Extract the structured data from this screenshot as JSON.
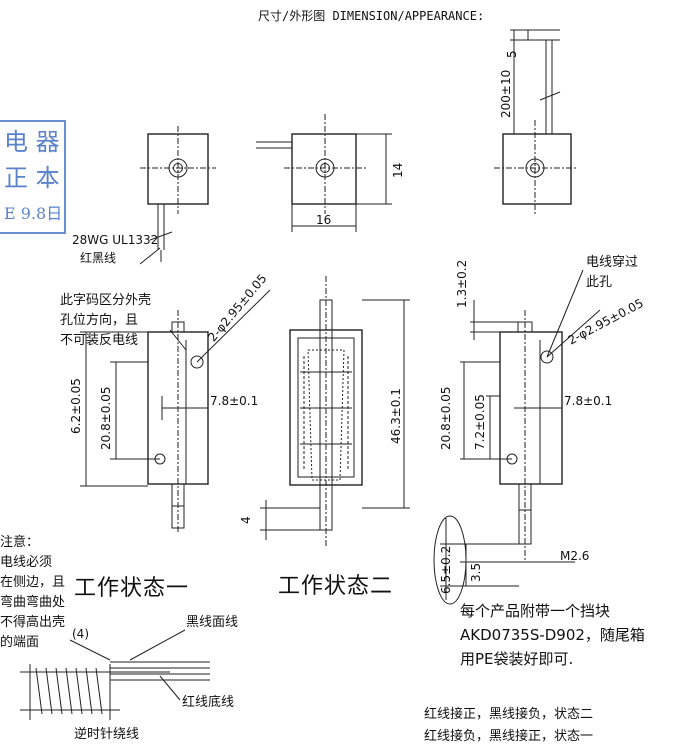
{
  "title": "尺寸/外形图 DIMENSION/APPEARANCE:",
  "stamp": {
    "line1": "电 器",
    "line2": "正 本",
    "date": "E 9.8日"
  },
  "top_view": {
    "dim_5": "5",
    "dim_200": "200±10",
    "dim_14": "14",
    "dim_16": "16",
    "wire_spec": "28WG UL1332",
    "wire_color": "红黑线"
  },
  "front_left": {
    "note": [
      "此字码区分外壳",
      "孔位方向，且",
      "不可装反电线"
    ],
    "hole_dim": "2-φ2.95±0.05",
    "dim_62": "6.2±0.05",
    "dim_208": "20.8±0.05",
    "dim_78": "7.8±0.1"
  },
  "section": {
    "dim_463": "46.3±0.1",
    "dim_4": "4"
  },
  "front_right": {
    "through_note": [
      "电线穿过",
      "此孔"
    ],
    "dim_13": "1.3±0.2",
    "hole_dim": "2-φ2.95±0.05",
    "dim_208": "20.8±0.05",
    "dim_72": "7.2±0.05",
    "dim_78": "7.8±0.1",
    "dim_65": "6.5±0.2",
    "dim_35": "3.5",
    "thread": "M2.6"
  },
  "notes_left": [
    "注意：",
    "电线必须",
    "在侧边，且",
    "弯曲弯曲处",
    "不得高出壳",
    "的端面"
  ],
  "state_one": "工作状态一",
  "state_two": "工作状态二",
  "bottom_left": {
    "dim_4": "(4)",
    "black_label": "黑线面线",
    "red_label": "红线底线",
    "winding": "逆时针绕线"
  },
  "block_note": [
    "每个产品附带一个挡块",
    "AKD0735S-D902，随尾箱",
    "用PE袋装好即可."
  ],
  "wiring": [
    "红线接正，黑线接负，状态二",
    "红线接负，黑线接正，状态一"
  ]
}
